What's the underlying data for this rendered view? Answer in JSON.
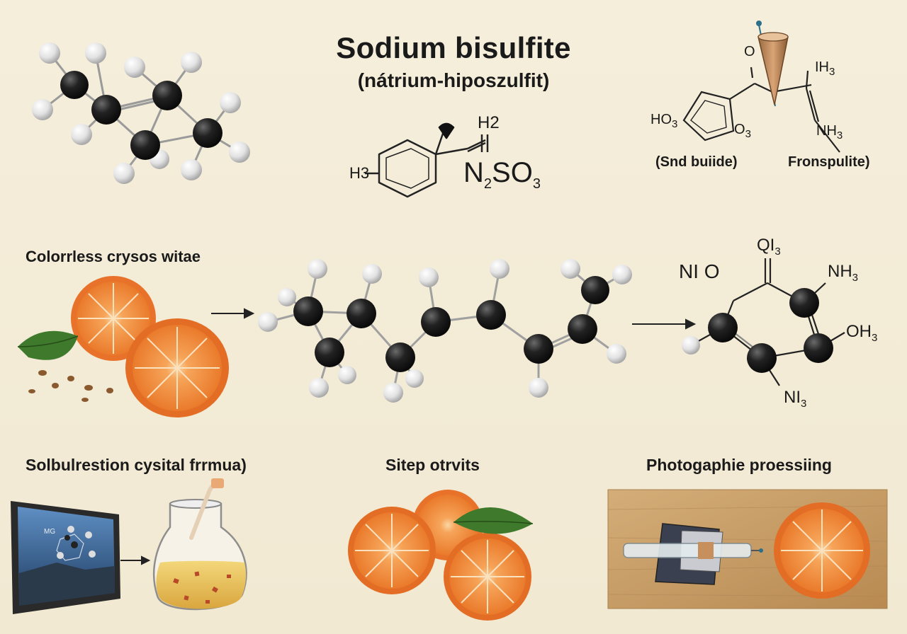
{
  "title": "Sodium bisulfite",
  "subtitle": "(nátrium-hiposzulfit)",
  "formula_main": {
    "left_group": "H3",
    "top_group": "H2",
    "formula_n": "N",
    "formula_n_sub": "2",
    "formula_so": "SO",
    "formula_so_sub": "3"
  },
  "top_right": {
    "ho_label": "HO",
    "ho_sub": "3",
    "o_label": "O",
    "o_sub": "3",
    "ih_label": "IH",
    "ih_sub": "3",
    "nh_label": "NH",
    "nh_sub": "3",
    "caption_left": "(Snd buiide)",
    "caption_right": "Fronspulite)"
  },
  "sections": {
    "colorless": "Colorrless crysos witae",
    "solubility": "Solbulrestion cysital frrmua)",
    "sitep": "Sitep otrvits",
    "photo": "Photogaphie proessiing"
  },
  "mid_right": {
    "qi_label": "QI",
    "qi_sub": "3",
    "ni_o": "NI O",
    "nh_label": "NH",
    "nh_sub": "3",
    "oh_label": "OH",
    "oh_sub": "3",
    "ni_bottom": "NI",
    "ni_bottom_sub": "3"
  },
  "monitor_label": "MG",
  "colors": {
    "background": "#f3ecd6",
    "carbon_atom": "#1b1b1b",
    "hydrogen_atom": "#e6e6e6",
    "orange_peel": "#e9762a",
    "orange_flesh": "#f28a3a",
    "leaf": "#3f7a2c",
    "liquid": "#e7c15a",
    "wood": "#c8a06a"
  }
}
